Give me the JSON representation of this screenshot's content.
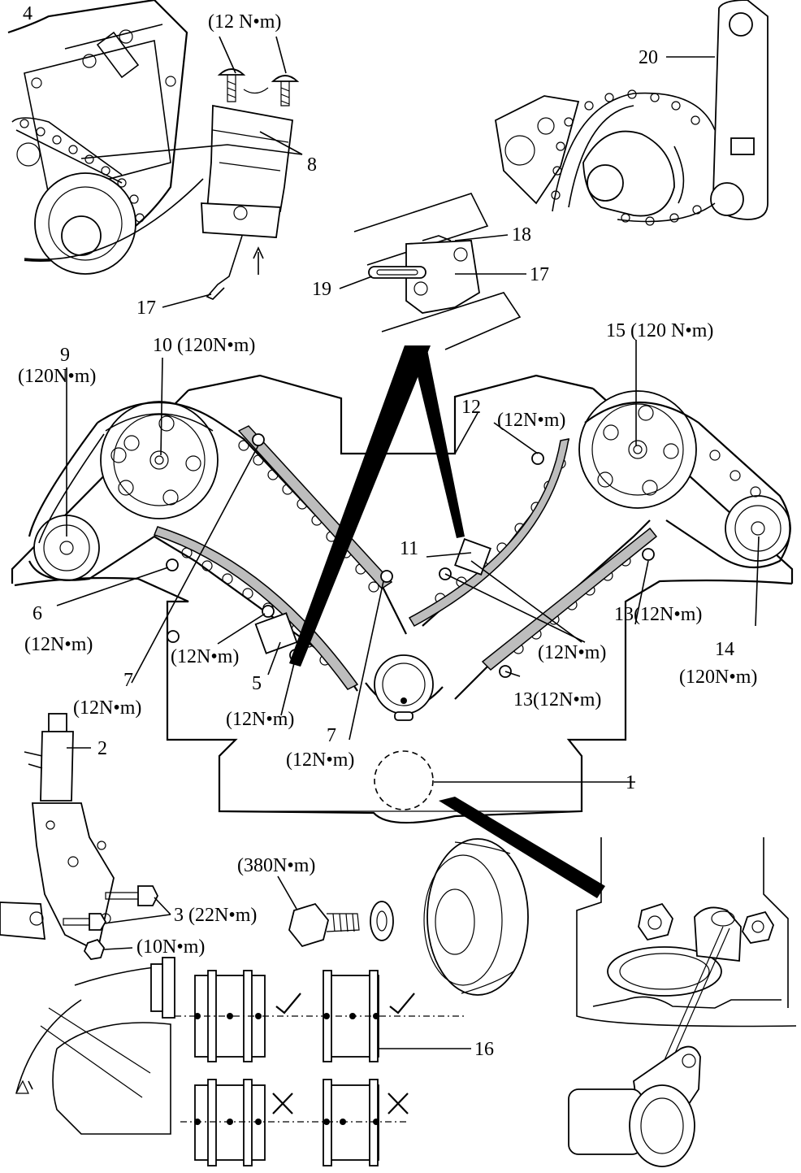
{
  "labels": {
    "l1": "1",
    "l2": "2",
    "l3": "3 (22N•m)",
    "l3b": "(10N•m)",
    "l4": "4",
    "l5": "5",
    "l6": "6",
    "l6t": "(12N•m)",
    "l7a": "7",
    "l7at": "(12N•m)",
    "l7b": "7",
    "l7bt": "(12N•m)",
    "l8": "8",
    "l9": "9",
    "l9t": "(120N•m)",
    "l10": "10 (120N•m)",
    "l11": "11",
    "l12": "12",
    "l12t": "(12N•m)",
    "l13a": "13(12N•m)",
    "l13b": "13(12N•m)",
    "l14": "14",
    "l14t": "(120N•m)",
    "l15": "15 (120 N•m)",
    "l16": "16",
    "l17a": "17",
    "l17b": "17",
    "l18": "18",
    "l19": "19",
    "l20": "20",
    "top_torque": "(12 N•m)",
    "t5a": "(12N•m)",
    "t5b": "(12N•m)",
    "t11": "(12N•m)",
    "pulley_torque": "(380N•m)"
  }
}
